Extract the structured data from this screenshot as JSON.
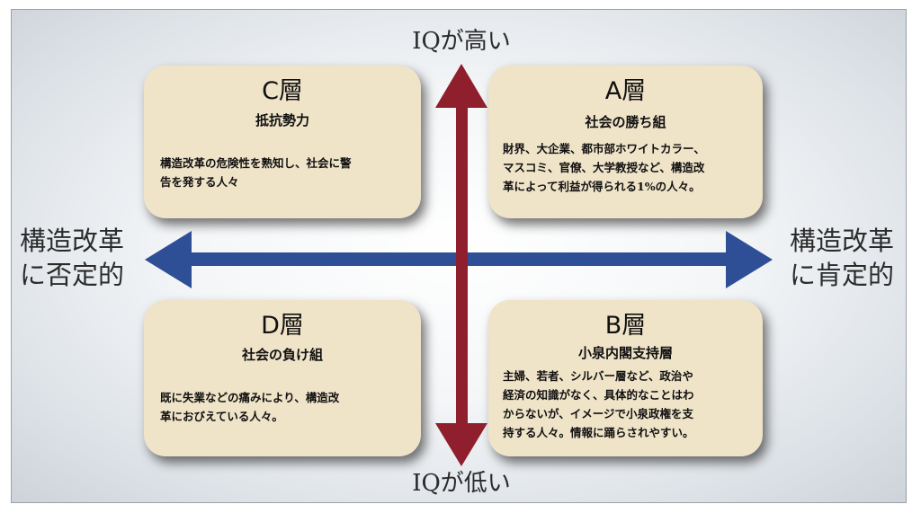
{
  "axes": {
    "top": "IQが高い",
    "bottom": "IQが低い",
    "left_line1": "構造改革",
    "left_line2": "に否定的",
    "right_line1": "構造改革",
    "right_line2": "に肯定的"
  },
  "colors": {
    "horizontal_arrow": "#2e4f96",
    "vertical_arrow": "#8f1f2c",
    "card_background": "#efe3c8"
  },
  "quadrants": {
    "c": {
      "title": "C層",
      "subtitle": "抵抗勢力",
      "desc_line1": "構造改革の危険性を熟知し、社会に警",
      "desc_line2": "告を発する人々"
    },
    "a": {
      "title": "A層",
      "subtitle": "社会の勝ち組",
      "desc_line1": "財界、大企業、都市部ホワイトカラー、",
      "desc_line2": "マスコミ、官僚、大学教授など、構造改",
      "desc_line3": "革によって利益が得られる1%の人々。"
    },
    "d": {
      "title": "D層",
      "subtitle": "社会の負け組",
      "desc_line1": "既に失業などの痛みにより、構造改",
      "desc_line2": "革におびえている人々。"
    },
    "b": {
      "title": "B層",
      "subtitle": "小泉内閣支持層",
      "desc_line1": "主婦、若者、シルバー層など、政治や",
      "desc_line2": "経済の知識がなく、具体的なことはわ",
      "desc_line3": "からないが、イメージで小泉政権を支",
      "desc_line4": "持する人々。情報に踊らされやすい。"
    }
  }
}
